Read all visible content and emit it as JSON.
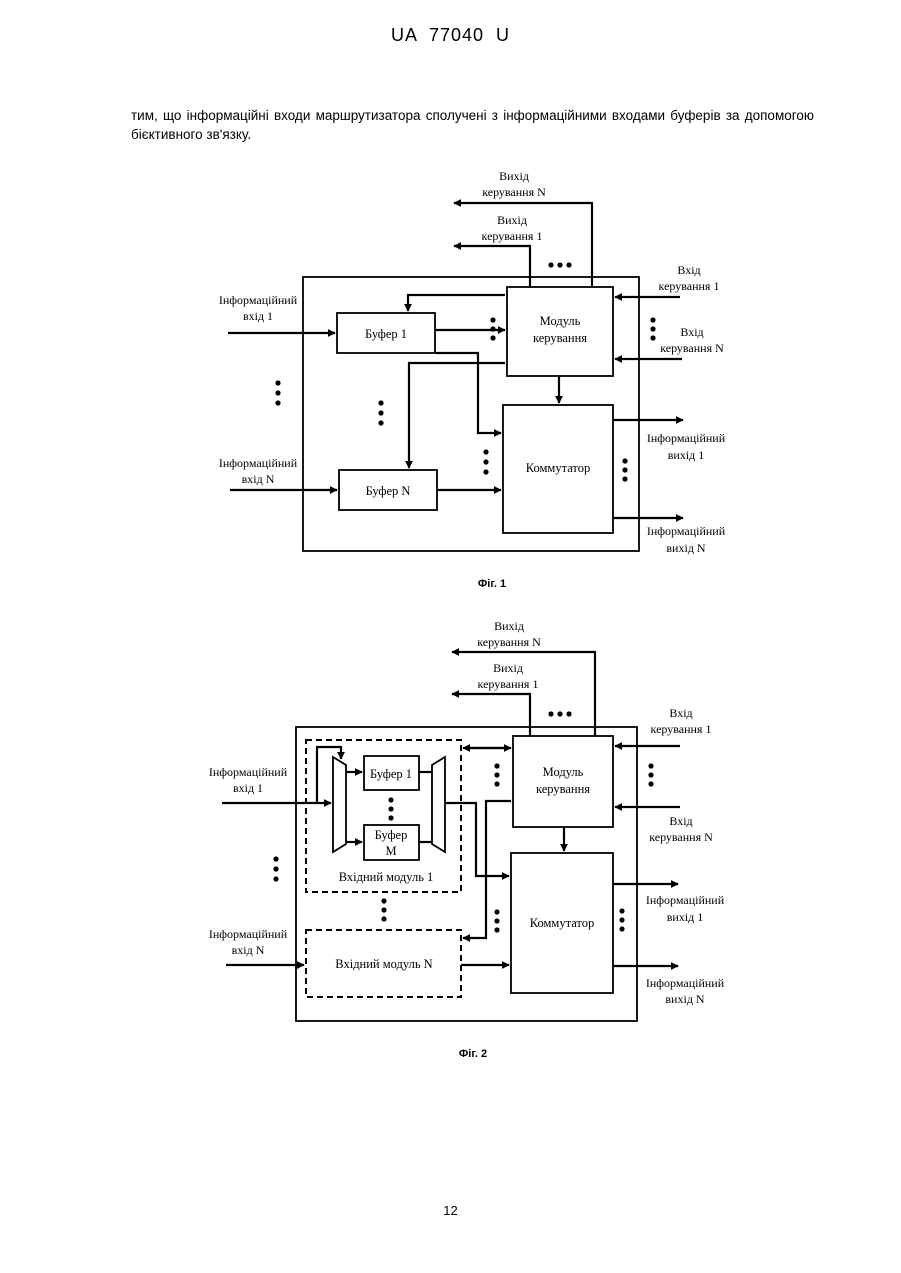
{
  "header": {
    "doc_id": "UA   77040   U"
  },
  "paragraph": "тим, що інформаційні входи маршрутизатора сполучені з інформаційними входами буферів за допомогою бієктивного зв'язку.",
  "fig1": {
    "caption": "Фіг. 1",
    "out_ctrl_n": [
      "Вихід",
      "керування N"
    ],
    "out_ctrl_1": [
      "Вихід",
      "керування 1"
    ],
    "in_ctrl_1": [
      "Вхід",
      "керування 1"
    ],
    "in_ctrl_n": [
      "Вхід",
      "керування N"
    ],
    "info_in_1": [
      "Інформаційний",
      "вхід 1"
    ],
    "info_in_n": [
      "Інформаційний",
      "вхід N"
    ],
    "info_out_1": [
      "Інформаційний",
      "вихід 1"
    ],
    "info_out_n": [
      "Інформаційний",
      "вихід N"
    ],
    "buffer_1": "Буфер 1",
    "buffer_n": "Буфер N",
    "control_module": [
      "Модуль",
      "керування"
    ],
    "switch": "Коммутатор"
  },
  "fig2": {
    "caption": "Фіг. 2",
    "out_ctrl_n": [
      "Вихід",
      "керування N"
    ],
    "out_ctrl_1": [
      "Вихід",
      "керування 1"
    ],
    "in_ctrl_1": [
      "Вхід",
      "керування 1"
    ],
    "in_ctrl_n": [
      "Вхід",
      "керування N"
    ],
    "info_in_1": [
      "Інформаційний",
      "вхід 1"
    ],
    "info_in_n": [
      "Інформаційний",
      "вхід N"
    ],
    "info_out_1": [
      "Інформаційний",
      "вихід 1"
    ],
    "info_out_n": [
      "Інформаційний",
      "вихід N"
    ],
    "buffer_1": "Буфер 1",
    "buffer_m": [
      "Буфер",
      "M"
    ],
    "input_module_1": "Вхідний модуль 1",
    "input_module_n": "Вхідний модуль N",
    "control_module": [
      "Модуль",
      "керування"
    ],
    "switch": "Коммутатор"
  },
  "page_number": "12"
}
